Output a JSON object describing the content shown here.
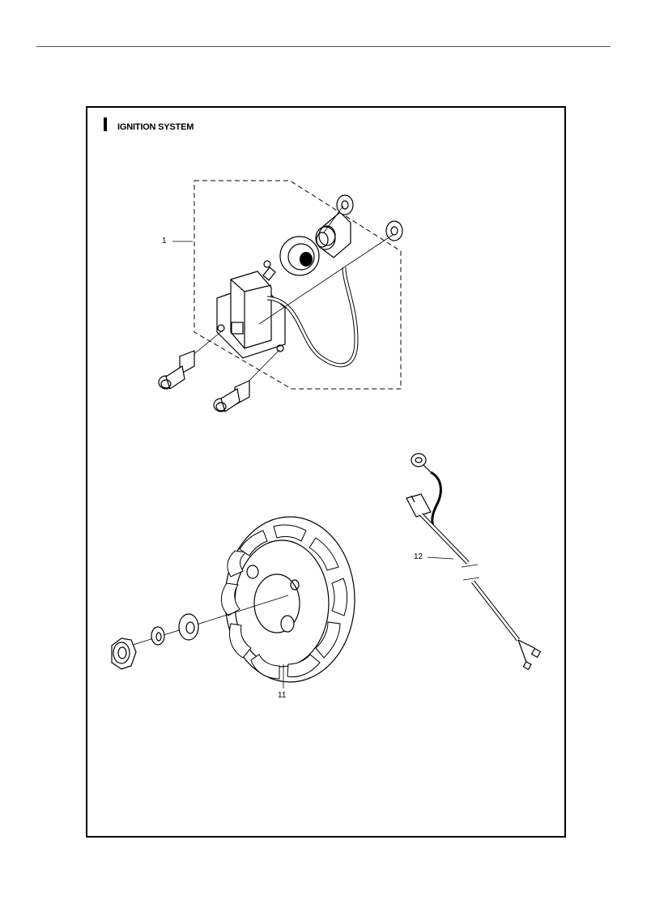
{
  "section": {
    "title": "IGNITION SYSTEM"
  },
  "callouts": {
    "c1": "1",
    "c11": "11",
    "c12": "12"
  },
  "parts": {
    "ignition_module": "ignition-module",
    "flywheel": "flywheel",
    "wire_harness": "wire-harness"
  }
}
